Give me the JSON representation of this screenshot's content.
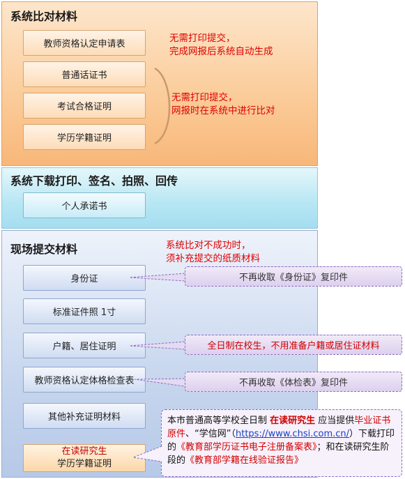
{
  "sections": {
    "compare": {
      "title": "系统比对材料",
      "items": [
        "教师资格认定申请表",
        "普通话证书",
        "考试合格证明",
        "学历学籍证明"
      ],
      "note_auto": [
        "无需打印提交，",
        "完成网报后系统自动生成"
      ],
      "note_compare": [
        "无需打印提交，",
        "网报时在系统中进行比对"
      ]
    },
    "download": {
      "title": "系统下载打印、签名、拍照、回传",
      "items": [
        "个人承诺书"
      ]
    },
    "onsite": {
      "title": "现场提交材料",
      "note": [
        "系统比对不成功时，",
        "须补充提交的纸质材料"
      ],
      "items": [
        "身份证",
        "标准证件照 1寸",
        "户籍、居住证明",
        "教师资格认定体格检查表",
        "其他补充证明材料"
      ],
      "special_item": [
        "在读研究生",
        "学历学籍证明"
      ]
    }
  },
  "callouts": {
    "id_card": "不再收取《身份证》复印件",
    "household": "全日制在校生，不用准备户籍或居住证材料",
    "physical": "不再收取《体检表》复印件"
  },
  "big_callout": {
    "p1": "本市普通高等学校全日制 ",
    "p2": "在读研究生",
    "p3": " 应当提供",
    "p4": "毕业证书原件",
    "p5": "、“学信网”（",
    "p6": "https://www.chsi.com.cn/",
    "p7": "）下载打印的",
    "p8": "《教育部学历证书电子注册备案表》",
    "p9": "；和在读研究生阶段的",
    "p10": "《教育部学籍在线验证报告》"
  },
  "colors": {
    "compare_bg": "#fbcd9c",
    "download_bg": "#b6e6f3",
    "onsite_bg": "#c7d6ee",
    "note_red": "#e00000",
    "callout_purple": "#8a6bbf"
  }
}
